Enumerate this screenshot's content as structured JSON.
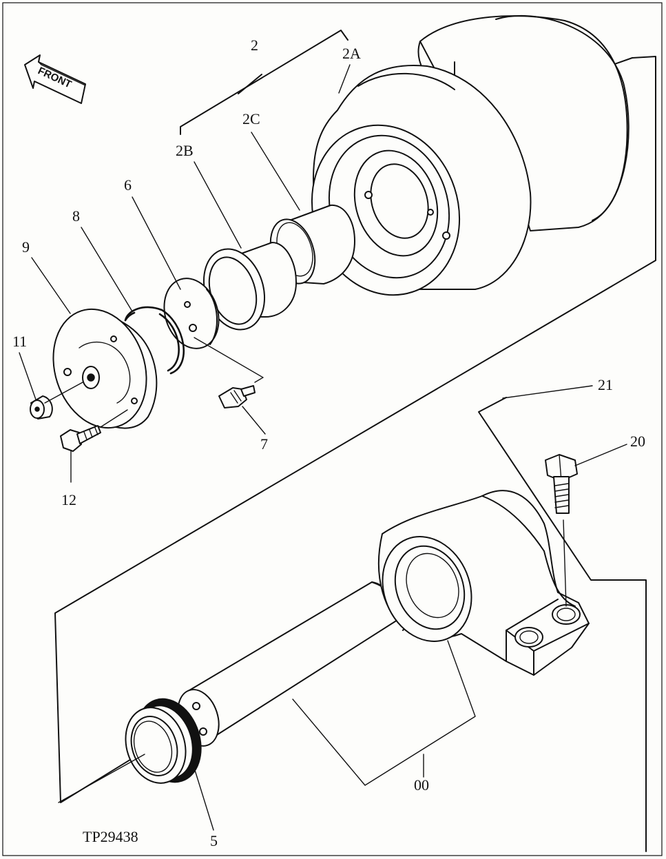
{
  "drawing_id": "TP29438",
  "front_label": "FRONT",
  "callouts": {
    "c2": "2",
    "c2A": "2A",
    "c2B": "2B",
    "c2C": "2C",
    "c6": "6",
    "c8": "8",
    "c9": "9",
    "c11": "11",
    "c12": "12",
    "c7": "7",
    "c21": "21",
    "c20": "20",
    "c00": "00",
    "c5": "5"
  }
}
